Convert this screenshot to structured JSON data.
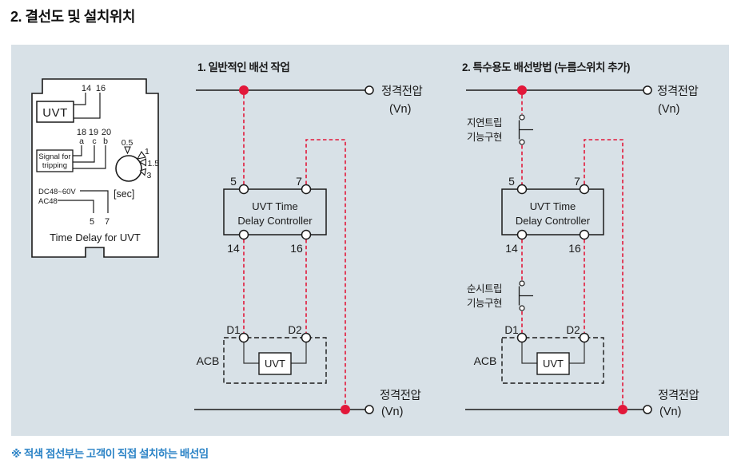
{
  "page": {
    "title": "2. 결선도 및 설치위치",
    "footnote": "※ 적색 점선부는 고객이 직접 설치하는 배선임"
  },
  "colors": {
    "panel_bg": "#d8e1e7",
    "line_black": "#1a1a1a",
    "wire_red": "#e2183a",
    "note_blue": "#2b83c6"
  },
  "device": {
    "caption": "Time Delay for UVT",
    "uvt": "UVT",
    "top_terminals": {
      "t14": "14",
      "t16": "16"
    },
    "mid_terminals": {
      "t18": "18",
      "t19": "19",
      "t20": "20",
      "a": "a",
      "c": "c",
      "b": "b"
    },
    "signal": {
      "line1": "Signal for",
      "line2": "tripping"
    },
    "dial": {
      "v05": "0.5",
      "v1": "1",
      "v15": "1.5",
      "v3": "3"
    },
    "power": {
      "dc": "DC48~60V",
      "ac": "AC48"
    },
    "unit": "[sec]",
    "bottom_terminals": {
      "t5": "5",
      "t7": "7"
    }
  },
  "diagram1": {
    "title": "1. 일반적인 배선 작업",
    "vn_label": "정격전압",
    "vn_unit": "(Vn)",
    "controller": {
      "line1": "UVT Time",
      "line2": "Delay Controller"
    },
    "terminals": {
      "t5": "5",
      "t7": "7",
      "t14": "14",
      "t16": "16"
    },
    "acb": {
      "label": "ACB",
      "d1": "D1",
      "d2": "D2",
      "uvt": "UVT"
    }
  },
  "diagram2": {
    "title": "2. 특수용도 배선방법 (누름스위치 추가)",
    "vn_label": "정격전압",
    "vn_unit": "(Vn)",
    "switch_delay": {
      "line1": "지연트립",
      "line2": "기능구현"
    },
    "switch_inst": {
      "line1": "순시트립",
      "line2": "기능구현"
    },
    "controller": {
      "line1": "UVT Time",
      "line2": "Delay Controller"
    },
    "terminals": {
      "t5": "5",
      "t7": "7",
      "t14": "14",
      "t16": "16"
    },
    "acb": {
      "label": "ACB",
      "d1": "D1",
      "d2": "D2",
      "uvt": "UVT"
    }
  }
}
